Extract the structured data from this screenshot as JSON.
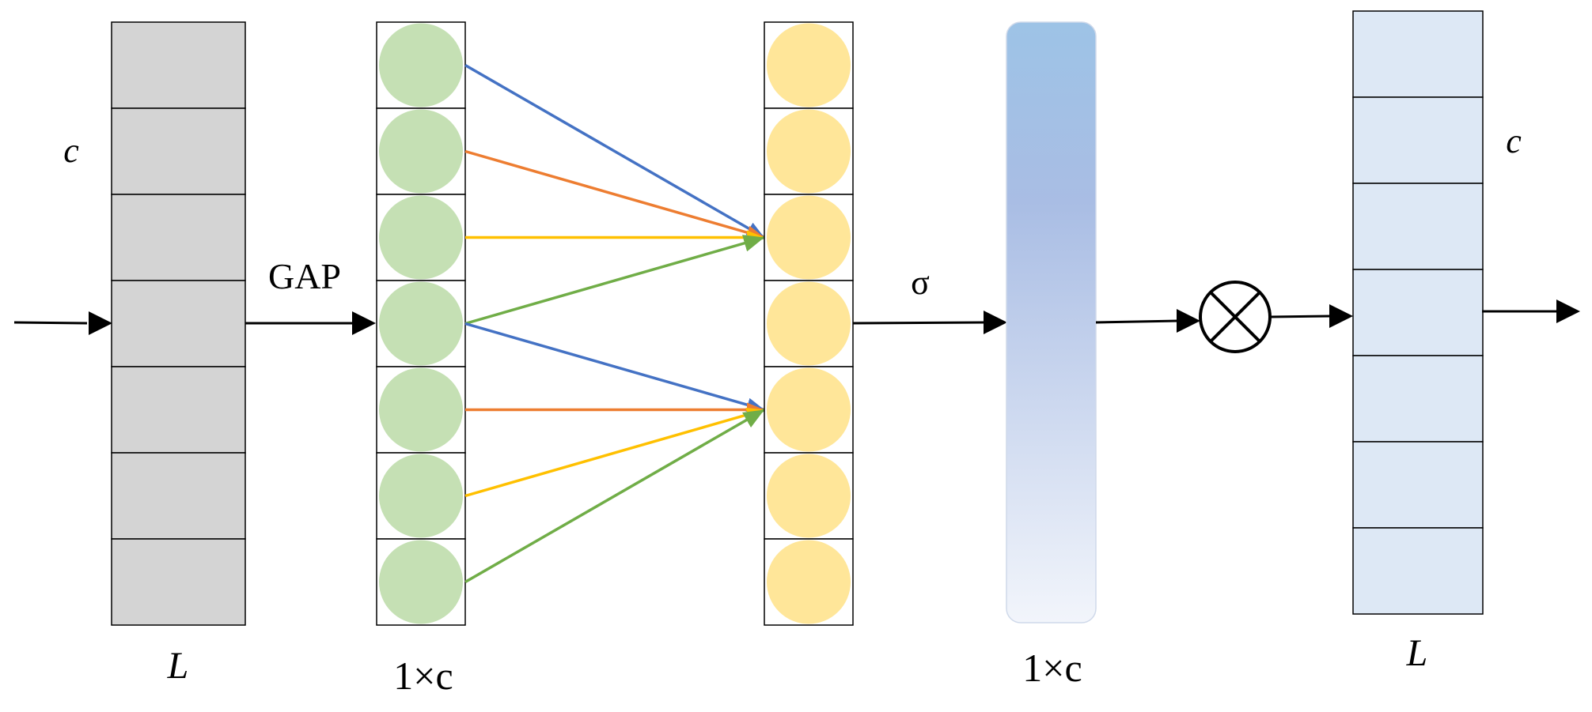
{
  "labels": {
    "input_channel": "c",
    "input_length": "L",
    "gap": "GAP",
    "gap_vector_dim": "1×c",
    "sigma": "σ",
    "weight_vector_dim": "1×c",
    "output_channel": "c",
    "output_length": "L"
  },
  "colors": {
    "input_block": "#d4d4d4",
    "green_node": "#c5e0b4",
    "yellow_node": "#ffe699",
    "output_block": "#dde8f5",
    "edge_blue": "#4472c4",
    "edge_orange": "#ed7d31",
    "edge_yellow": "#ffc000",
    "edge_green": "#70ad47",
    "gradient_top": "#9dc3e6",
    "gradient_mid": "#a9bde4",
    "gradient_bottom": "#f2f5fb"
  },
  "icons": {
    "multiply": "circled-times-icon"
  }
}
